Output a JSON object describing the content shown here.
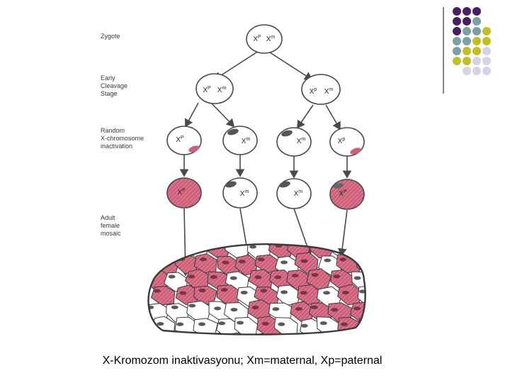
{
  "stages": {
    "zygote": "Zygote",
    "early_cleavage": [
      "Early",
      "Cleavage",
      "Stage"
    ],
    "random_inactivation": [
      "Random",
      "X-chromosome",
      "inactivation"
    ],
    "adult": [
      "Adult",
      "female",
      "mosaic"
    ]
  },
  "cells": {
    "zygote": {
      "a_base": "X",
      "a_sup": "P",
      "b_base": "X",
      "b_sup": "m"
    },
    "cleavage_left": {
      "a_base": "X",
      "a_sup": "P",
      "b_base": "X",
      "b_sup": "m"
    },
    "cleavage_right": {
      "a_base": "X",
      "a_sup": "p",
      "b_base": "X",
      "b_sup": "m"
    },
    "inact_1": {
      "base": "X",
      "sup": "P"
    },
    "inact_2": {
      "base": "X",
      "sup": "m"
    },
    "inact_3": {
      "base": "X",
      "sup": "m"
    },
    "inact_4": {
      "base": "X",
      "sup": "p"
    },
    "clone_1": {
      "base": "X",
      "sup": "P"
    },
    "clone_2": {
      "base": "X",
      "sup": "m"
    },
    "clone_3": {
      "base": "X",
      "sup": "m"
    },
    "clone_4": {
      "base": "X",
      "sup": "P"
    }
  },
  "colors": {
    "pink": "#cf5f78",
    "pink_light": "#e58a9c",
    "dark_body": "#5a5a5a",
    "line": "#4a4a4a",
    "deco_purple": "#4b1e63",
    "deco_teal": "#7a9fa4",
    "deco_olive": "#c2bf24",
    "deco_lavender": "#d4d4e6"
  },
  "caption": "X-Kromozom inaktivasyonu; Xm=maternal, Xp=paternal"
}
